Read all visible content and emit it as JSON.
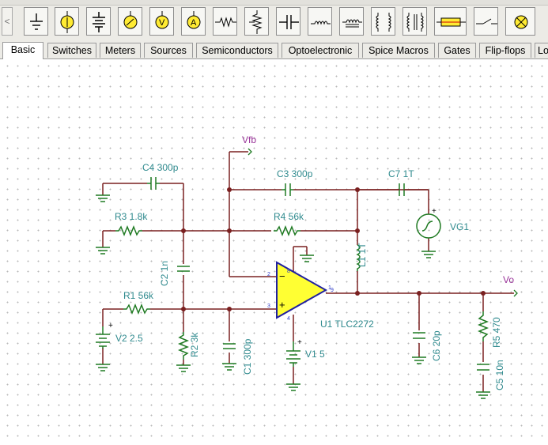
{
  "toolbar": {
    "buttons": [
      {
        "icon": "ground-icon"
      },
      {
        "icon": "lamp-icon"
      },
      {
        "icon": "battery-icon"
      },
      {
        "icon": "voltmeter-icon"
      },
      {
        "icon": "voltmeter-v-icon"
      },
      {
        "icon": "ammeter-icon"
      },
      {
        "icon": "resistor-icon"
      },
      {
        "icon": "potentiometer-icon"
      },
      {
        "icon": "capacitor-icon"
      },
      {
        "icon": "inductor-icon"
      },
      {
        "icon": "core-inductor-icon"
      },
      {
        "icon": "transformer-icon"
      },
      {
        "icon": "iron-transformer-icon"
      },
      {
        "icon": "fuse-icon"
      },
      {
        "icon": "switch-icon"
      },
      {
        "icon": "bulb-icon"
      }
    ]
  },
  "tabs": [
    "Basic",
    "Switches",
    "Meters",
    "Sources",
    "Semiconductors",
    "Optoelectronic",
    "Spice Macros",
    "Gates",
    "Flip-flops",
    "Lo"
  ],
  "active_tab": "Basic",
  "schematic": {
    "net_labels": {
      "vfb": "Vfb",
      "vo": "Vo"
    },
    "components": {
      "c4": "C4 300p",
      "c3": "C3 300p",
      "c7": "C7 1T",
      "r3": "R3 1.8k",
      "r4": "R4 56k",
      "vg1": "VG1",
      "l1": "L1 1T",
      "c2": "C2 1n",
      "r1": "R1 56k",
      "u1": "U1 TLC2272",
      "v2": "V2 2.5",
      "r2": "R2 3k",
      "c1": "C1 300p",
      "v1": "V1 5",
      "c6": "C6 20p",
      "r5": "R5 470",
      "c5": "C5 10n"
    },
    "pins": {
      "minus_in": "2",
      "plus_in": "3",
      "out": "1",
      "vdd": "8",
      "vss": "4",
      "node": "9"
    },
    "colors": {
      "wire": "#7a2020",
      "component": "#1f7a22",
      "opamp_fill": "#ffff33",
      "opamp_stroke": "#2020a0",
      "label": "#2f8a8e",
      "net_label": "#993399"
    }
  }
}
